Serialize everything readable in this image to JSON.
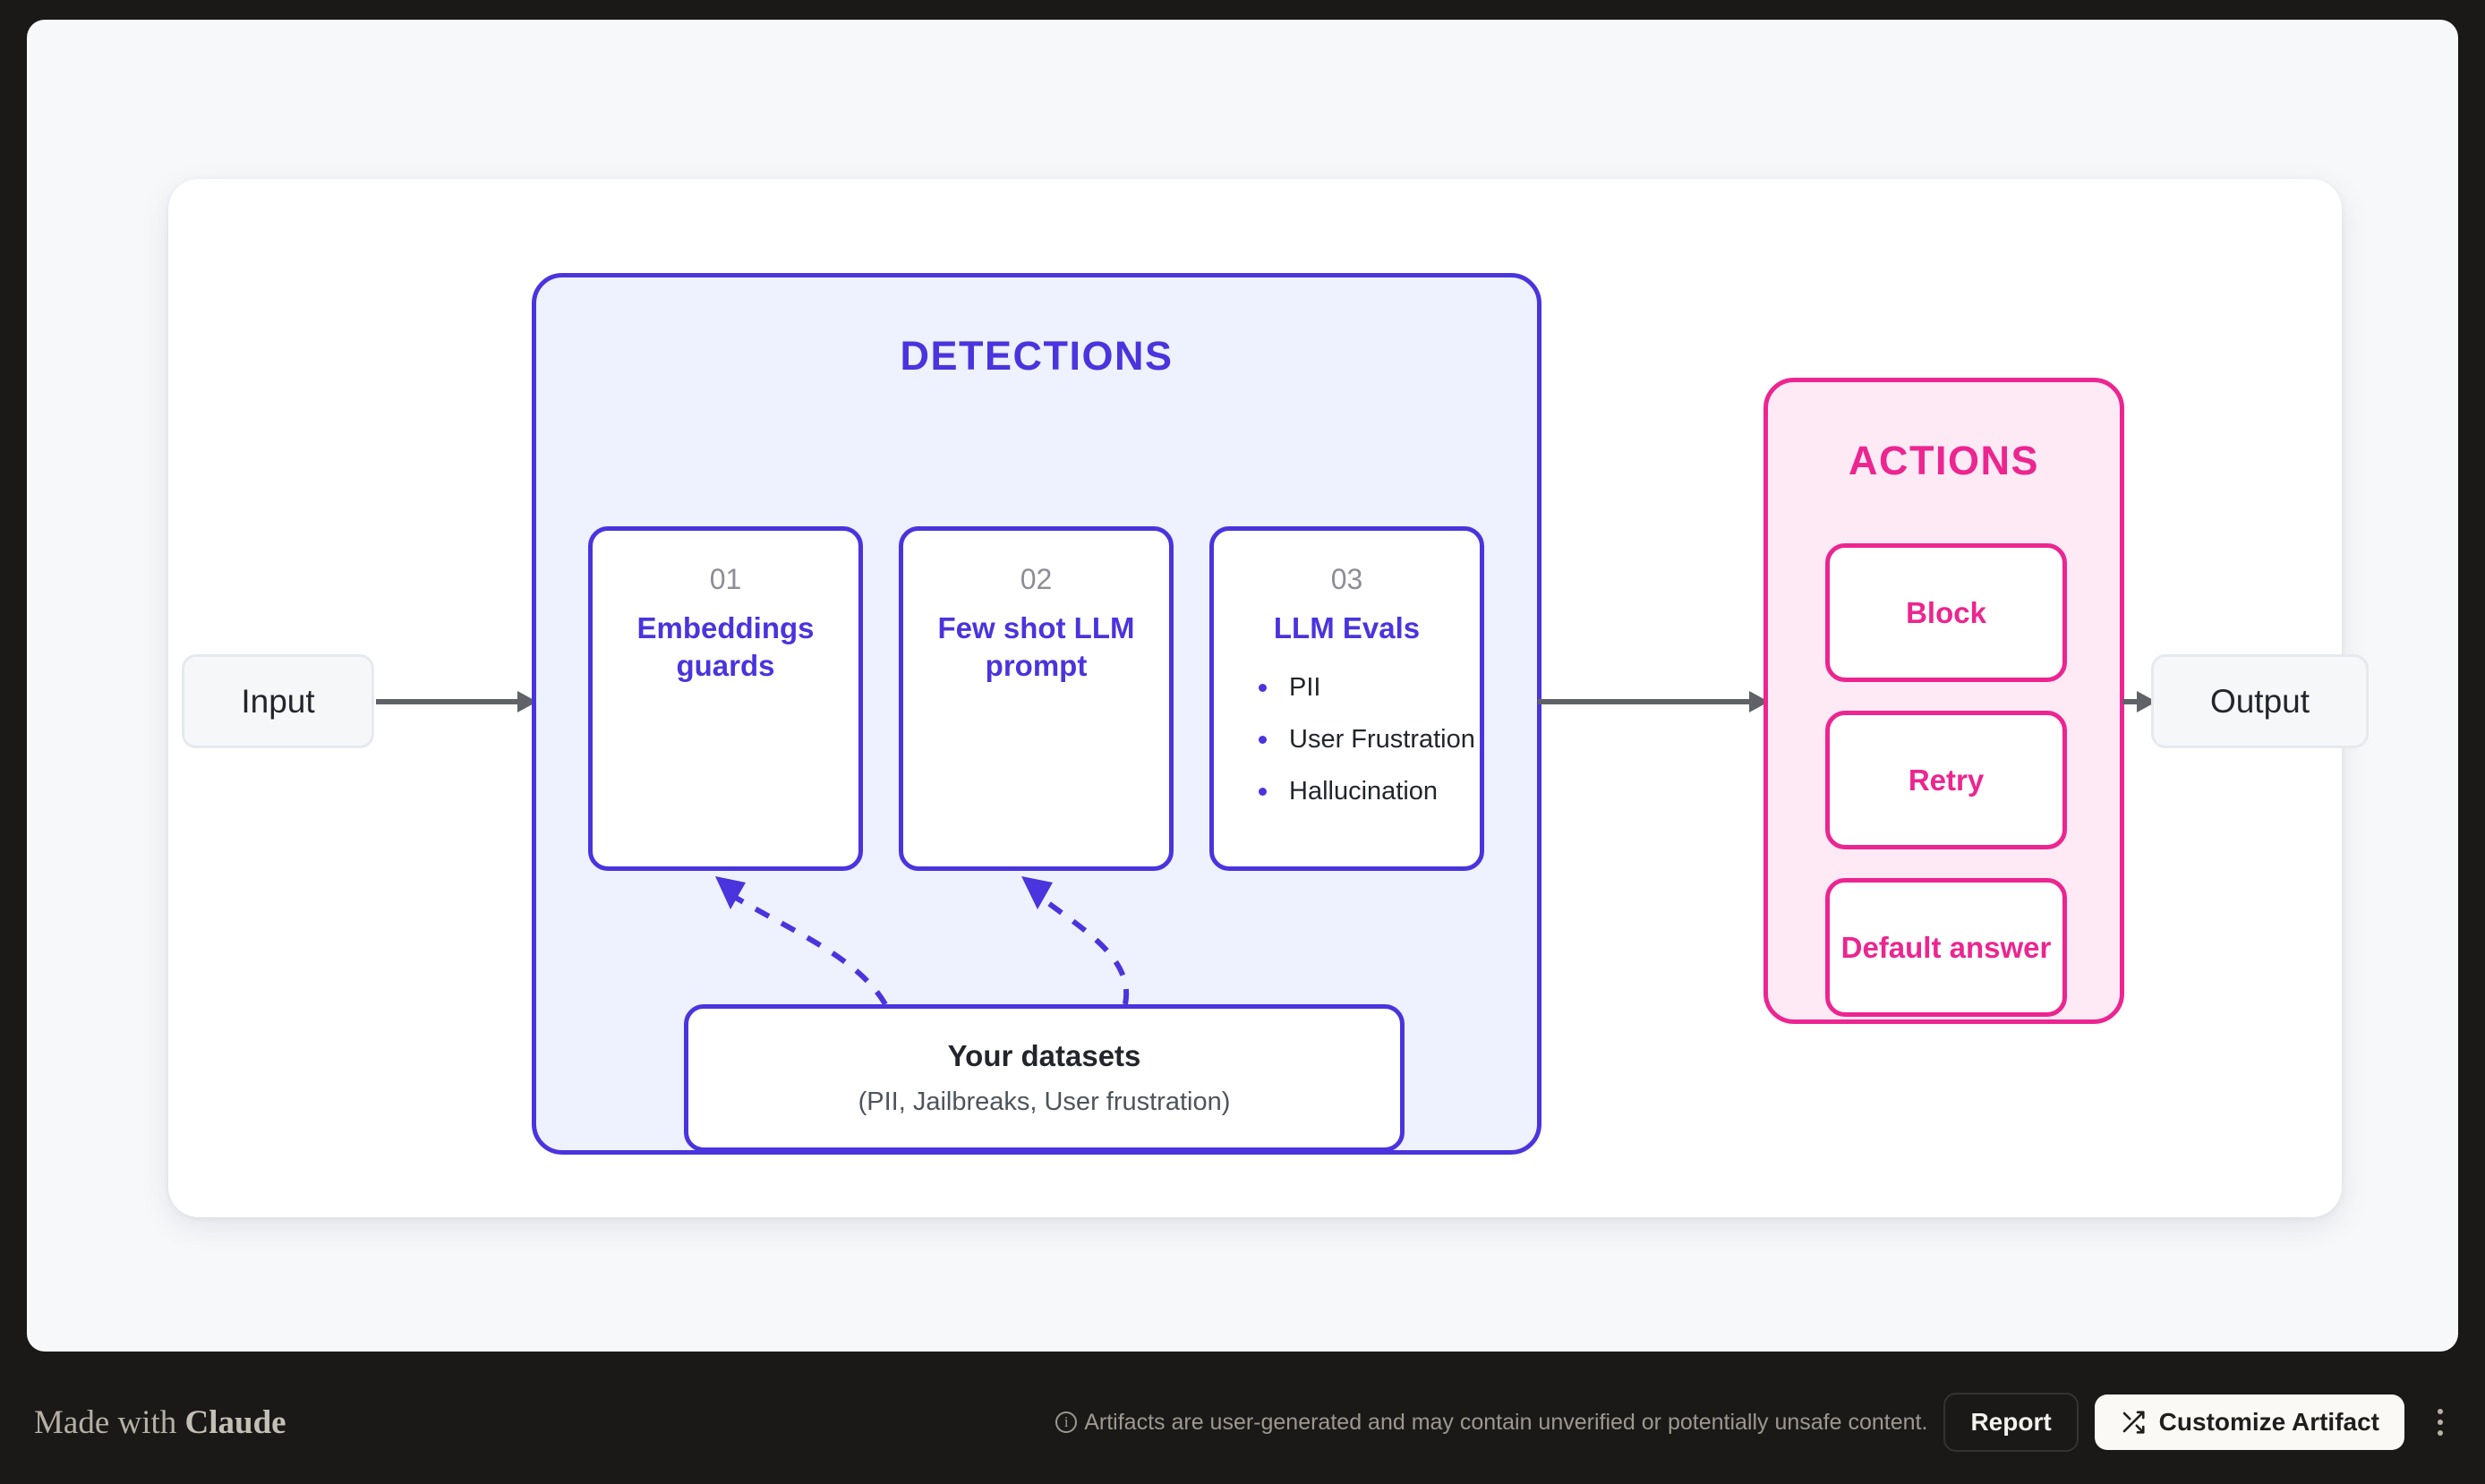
{
  "diagram": {
    "input_node": {
      "label": "Input"
    },
    "output_node": {
      "label": "Output"
    },
    "detections": {
      "title": "DETECTIONS",
      "accent_color": "#4a34dd",
      "background_color": "#eef1fe",
      "cards": [
        {
          "number": "01",
          "name": "Embeddings guards",
          "bullets": []
        },
        {
          "number": "02",
          "name": "Few shot LLM prompt",
          "bullets": []
        },
        {
          "number": "03",
          "name": "LLM Evals",
          "bullets": [
            "PII",
            "User Frustration",
            "Hallucination"
          ]
        }
      ],
      "datasets": {
        "title": "Your datasets",
        "subtitle": "(PII, Jailbreaks, User frustration)"
      }
    },
    "actions": {
      "title": "ACTIONS",
      "accent_color": "#ec2590",
      "background_color": "#fdeaf5",
      "cards": [
        {
          "label": "Block"
        },
        {
          "label": "Retry"
        },
        {
          "label": "Default answer"
        }
      ]
    }
  },
  "bottom_bar": {
    "made_with_prefix": "Made with ",
    "made_with_brand": "Claude",
    "disclaimer": "Artifacts are user-generated and may contain unverified or potentially unsafe content.",
    "info_glyph": "i",
    "report_label": "Report",
    "customize_label": "Customize Artifact"
  }
}
